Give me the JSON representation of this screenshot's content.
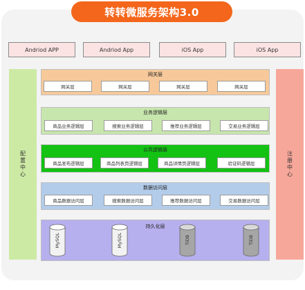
{
  "title": "转转微服务架构3.0",
  "clients": [
    "Andriod APP",
    "Andriod App",
    "iOS App",
    "iOS App"
  ],
  "left_side": "配置中心",
  "right_side": "注册中心",
  "layers": {
    "gateway": {
      "title": "网关层",
      "cells": [
        "网关层",
        "网关层",
        "网关层",
        "网关层"
      ]
    },
    "business": {
      "title": "业务逻辑层",
      "cells": [
        "商品业务逻辑层",
        "搜索业务逻辑层",
        "推荐业务逻辑层",
        "交易业务逻辑层"
      ]
    },
    "common": {
      "title": "公共逻辑层",
      "cells": [
        "商品发布逻辑层",
        "商品列表页逻辑层",
        "商品详情页逻辑层",
        "验证码逻辑层"
      ]
    },
    "data_access": {
      "title": "数据访问层",
      "cells": [
        "商品数据访问层",
        "搜索数据访问层",
        "推荐数据访问层",
        "交易数据访问层"
      ]
    },
    "persistence": {
      "title": "持久化层",
      "dbs": [
        "MySQL",
        "MySQL",
        "TiDB",
        "TiDB"
      ]
    }
  },
  "colors": {
    "title_bg": "#f4661b",
    "client_bg": "#fbe3e3",
    "left_side_bg": "#cdeaa5",
    "right_side_bg": "#f7a79a",
    "gateway_bg": "#f7c99a",
    "business_bg": "#c7e6ad",
    "common_bg": "#13c213",
    "data_access_bg": "#b3ccea",
    "persistence_bg": "#b6b0ee",
    "db_gray": "#a6a6a6",
    "db_light": "#e2e2e2"
  }
}
